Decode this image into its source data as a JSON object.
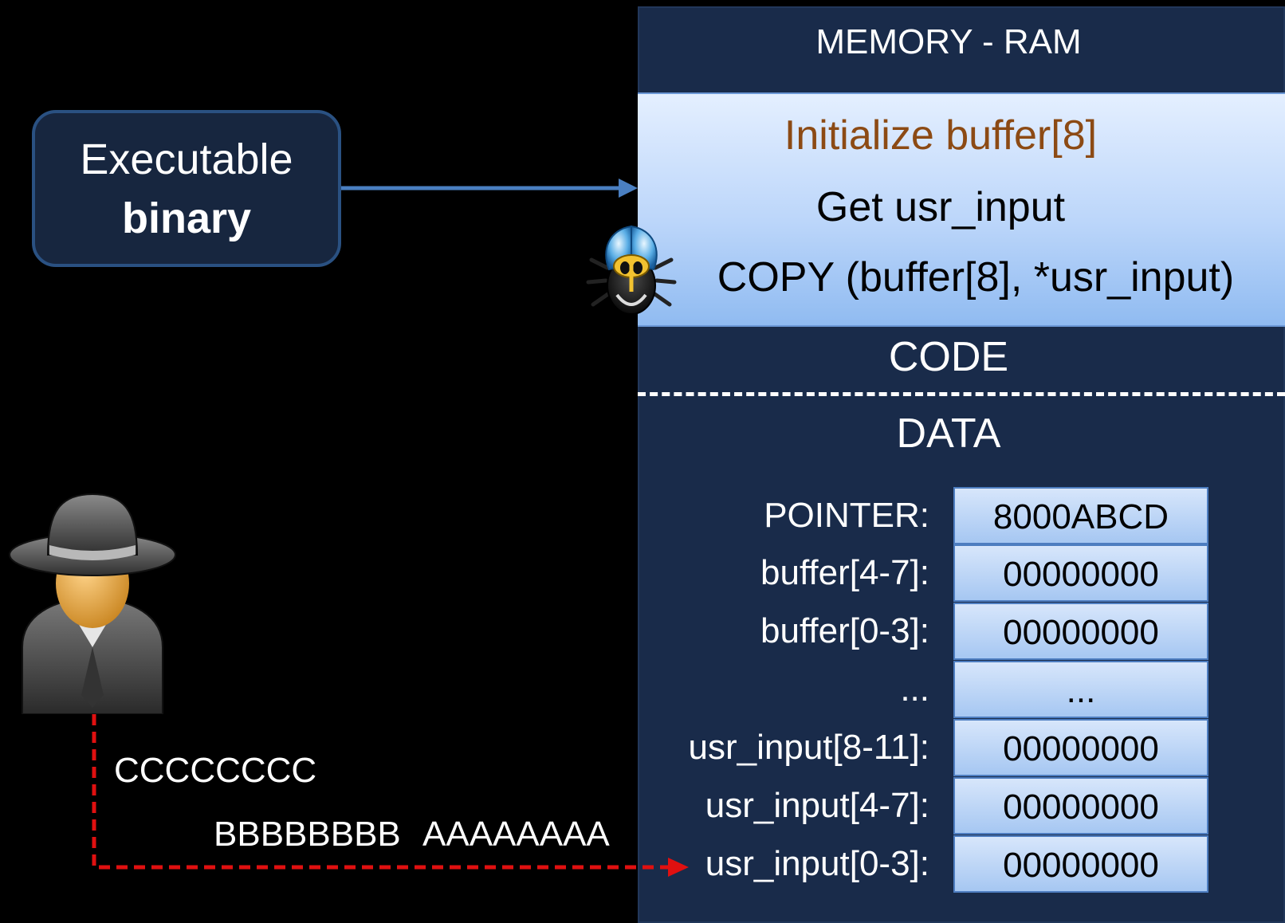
{
  "executable": {
    "line1": "Executable",
    "line2": "binary"
  },
  "memory": {
    "title": "MEMORY - RAM",
    "code_lines": {
      "init": "Initialize buffer[8]",
      "get": "Get usr_input",
      "copy": "COPY (buffer[8], *usr_input)"
    },
    "code_label": "CODE",
    "data_label": "DATA",
    "rows": [
      {
        "label": "POINTER:",
        "value": "8000ABCD"
      },
      {
        "label": "buffer[4-7]:",
        "value": "00000000"
      },
      {
        "label": "buffer[0-3]:",
        "value": "00000000"
      },
      {
        "label": "...",
        "value": "..."
      },
      {
        "label": "usr_input[8-11]:",
        "value": "00000000"
      },
      {
        "label": "usr_input[4-7]:",
        "value": "00000000"
      },
      {
        "label": "usr_input[0-3]:",
        "value": "00000000"
      }
    ]
  },
  "attack": {
    "c": "CCCCCCCC",
    "b": "BBBBBBBB",
    "a": "AAAAAAAA"
  },
  "colors": {
    "accent_blue": "#4a7fc1",
    "attack_red": "#e01010",
    "init_text": "#8c4a14"
  },
  "icons": {
    "bug": "bug-icon",
    "hacker": "hacker-icon"
  }
}
